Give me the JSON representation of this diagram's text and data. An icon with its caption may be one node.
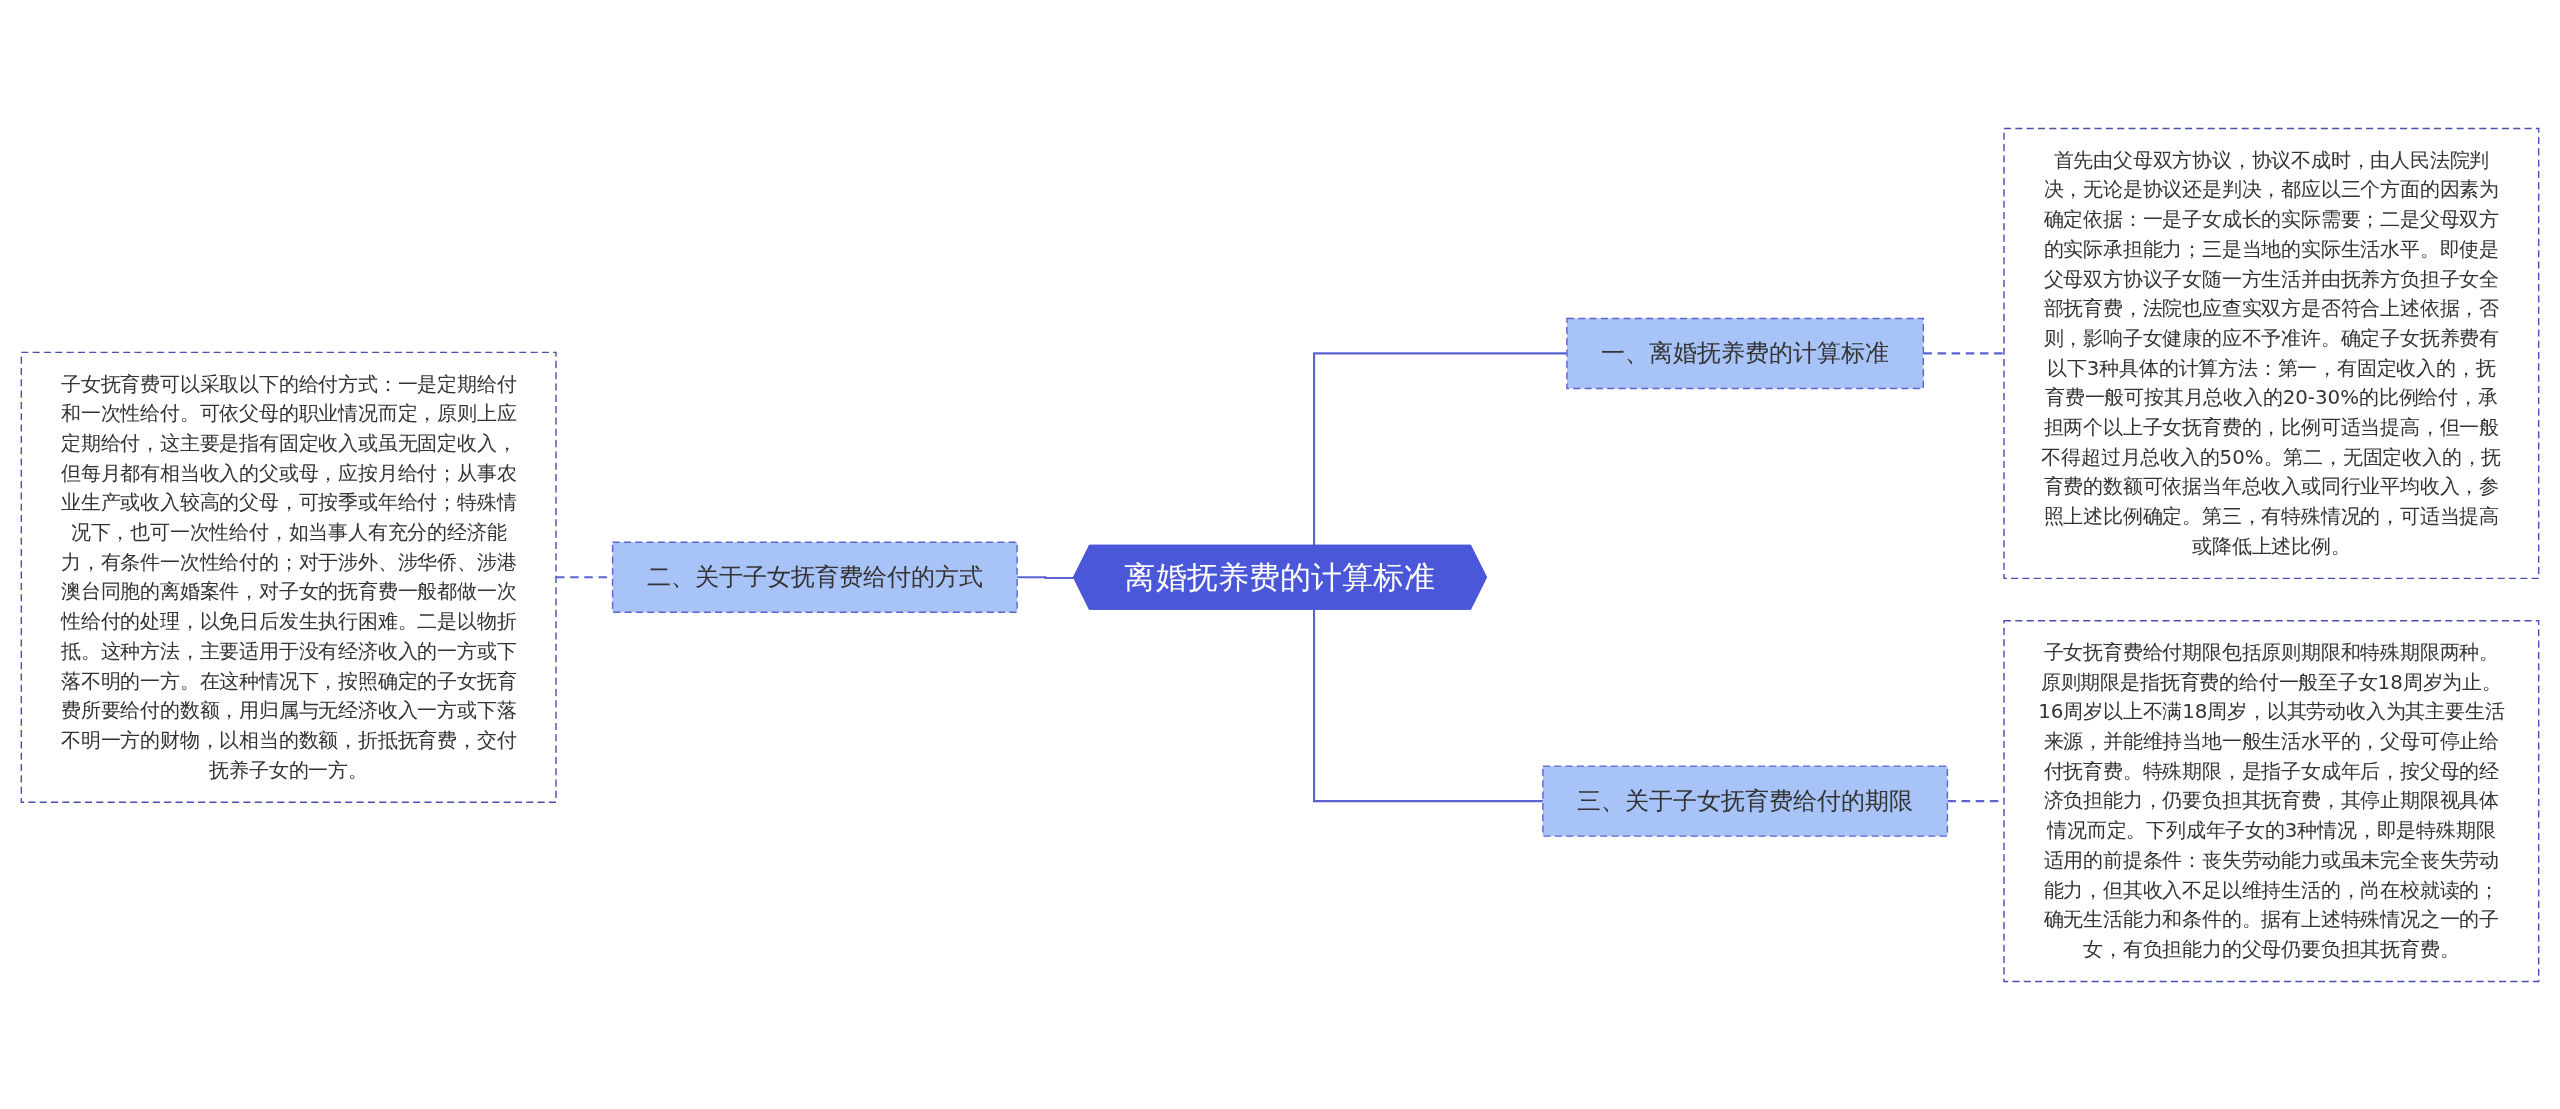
{
  "diagram": {
    "nodes": [
      {
        "text": [
          "离婚抚养费的计算标准"
        ]
      },
      {
        "text": [
          "一、离婚抚养费的计算标准"
        ]
      },
      {
        "text": [
          "首先由父母双方协议，协议不成时，由人民法院判决，无论是协议还是判决，都应以三个方面的因素为确定依据：一是子女成长的实际需要；二是父母双方的实际承担能力；三是当地的实际生活水平。即使是父母双方协议子女随一方生活并由抚养方负担子女全部抚育费，法院也应查实双方是否符合上述依据，否则，影响子女健康的应不予准许。确定子女抚养费有以下3种具体的计算方法：第一，有固定收入的，抚育费一般可按其月总收入的20-30%的比例给付，承担两个以上子女抚育费的，比例可适当提高，但一般不得超过月总收入的50%。第二，无固定收入的，抚育费的数额可依据当年总收入或同行业平均收入，参照上述比例确定。第三，有特殊情况的，可适当提高或降低上述比例。"
        ]
      },
      {
        "text": [
          "二、关于子女抚育费给付的方式"
        ]
      },
      {
        "text": [
          "子女抚育费可以采取以下的给付方式：一是定期给付和一次性给付。可依父母的职业情况而定，原则上应定期给付，这主要是指有固定收入或虽无固定收入，但每月都有相当收入的父或母，应按月给付；从事农业生产或收入较高的父母，可按季或年给付；特殊情况下，也可一次性给付，如当事人有充分的经济能力，有条件一次性给付的；对于涉外、涉华侨、涉港澳台同胞的离婚案件，对子女的抚育费一般都做一次性给付的处理，以免日后发生执行困难。二是以物折抵。这种方法，主要适用于没有经济收入的一方或下落不明的一方。在这种情况下，按照确定的子女抚育费所要给付的数额，用归属与无经济收入一方或下落不明一方的财物，以相当的数额，折抵抚育费，交付抚养子女的一方。"
        ]
      },
      {
        "text": [
          "三、关于子女抚育费给付的期限"
        ]
      },
      {
        "text": [
          "子女抚育费给付期限包括原则期限和特殊期限两种。原则期限是指抚育费的给付一般至子女18周岁为止。16周岁以上不满18周岁，以其劳动收入为其主要生活来源，并能维持当地一般生活水平的，父母可停止给付抚育费。特殊期限，是指子女成年后，按父母的经济负担能力，仍要负担其抚育费，其停止期限视具体情况而定。下列成年子女的3种情况，即是特殊期限适用的前提条件：丧失劳动能力或虽未完全丧失劳动能力，但其收入不足以维持生活的，尚在校就读的；确无生活能力和条件的。据有上述特殊情况之一的子女，有负担能力的父母仍要负担其抚育费。"
        ]
      }
    ],
    "edges": [
      {
        "from": 0,
        "to": 1,
        "arrow": "none"
      },
      {
        "from": 1,
        "to": 2,
        "arrow": "none",
        "style": "dashed"
      },
      {
        "from": 0,
        "to": 3,
        "arrow": "none"
      },
      {
        "from": 3,
        "to": 4,
        "arrow": "none",
        "style": "dashed"
      },
      {
        "from": 0,
        "to": 5,
        "arrow": "none"
      },
      {
        "from": 5,
        "to": 6,
        "arrow": "none",
        "style": "dashed"
      }
    ]
  }
}
